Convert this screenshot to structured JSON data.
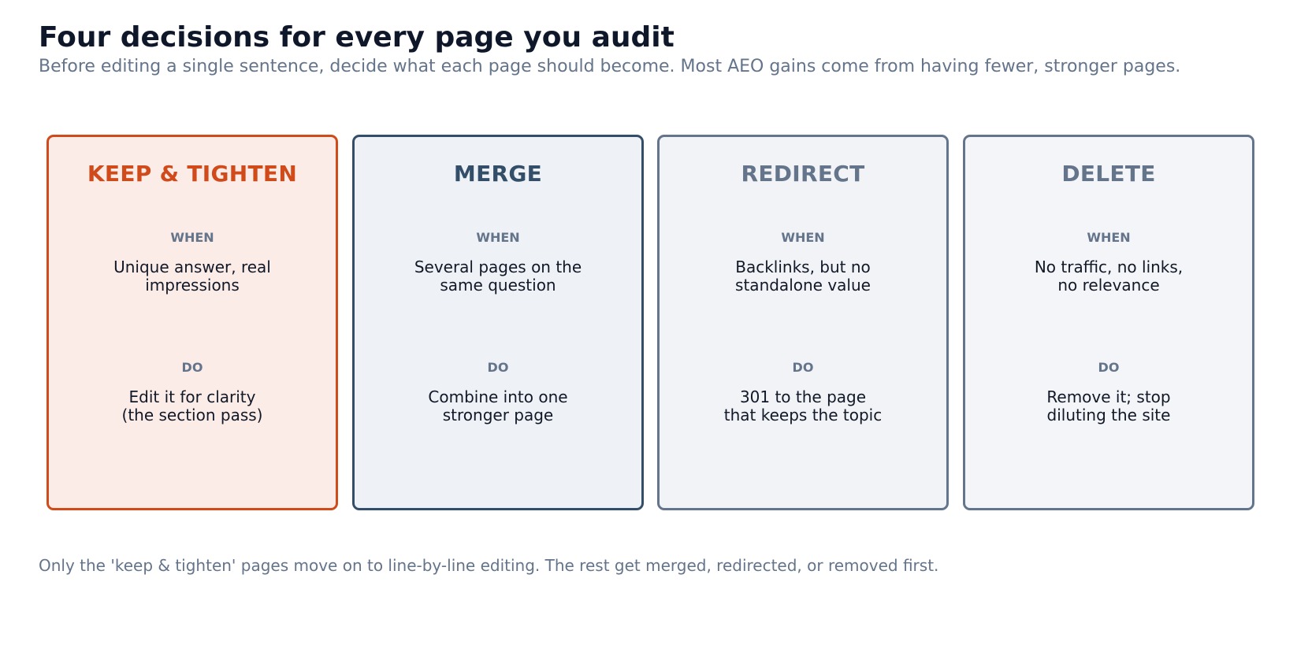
{
  "header": {
    "title": "Four decisions for every page you audit",
    "subtitle": "Before editing a single sentence, decide what each page should become. Most AEO gains come from having fewer, stronger pages."
  },
  "cards": [
    {
      "title": "KEEP & TIGHTEN",
      "when_label": "WHEN",
      "when_text": "Unique answer, real\nimpressions",
      "do_label": "DO",
      "do_text": "Edit it for clarity\n(the section pass)",
      "accent_color": "#d04a1a",
      "fill_color": "#fbece8"
    },
    {
      "title": "MERGE",
      "when_label": "WHEN",
      "when_text": "Several pages on the\nsame question",
      "do_label": "DO",
      "do_text": "Combine into one\nstronger page",
      "accent_color": "#334e68",
      "fill_color": "#eef1f6"
    },
    {
      "title": "REDIRECT",
      "when_label": "WHEN",
      "when_text": "Backlinks, but no\nstandalone value",
      "do_label": "DO",
      "do_text": "301 to the page\nthat keeps the topic",
      "accent_color": "#64748b",
      "fill_color": "#f1f3f7"
    },
    {
      "title": "DELETE",
      "when_label": "WHEN",
      "when_text": "No traffic, no links,\nno relevance",
      "do_label": "DO",
      "do_text": "Remove it; stop\ndiluting the site",
      "accent_color": "#64748b",
      "fill_color": "#f4f5f8"
    }
  ],
  "footer": {
    "note": "Only the 'keep & tighten' pages move on to line-by-line editing. The rest get merged, redirected, or removed first."
  }
}
